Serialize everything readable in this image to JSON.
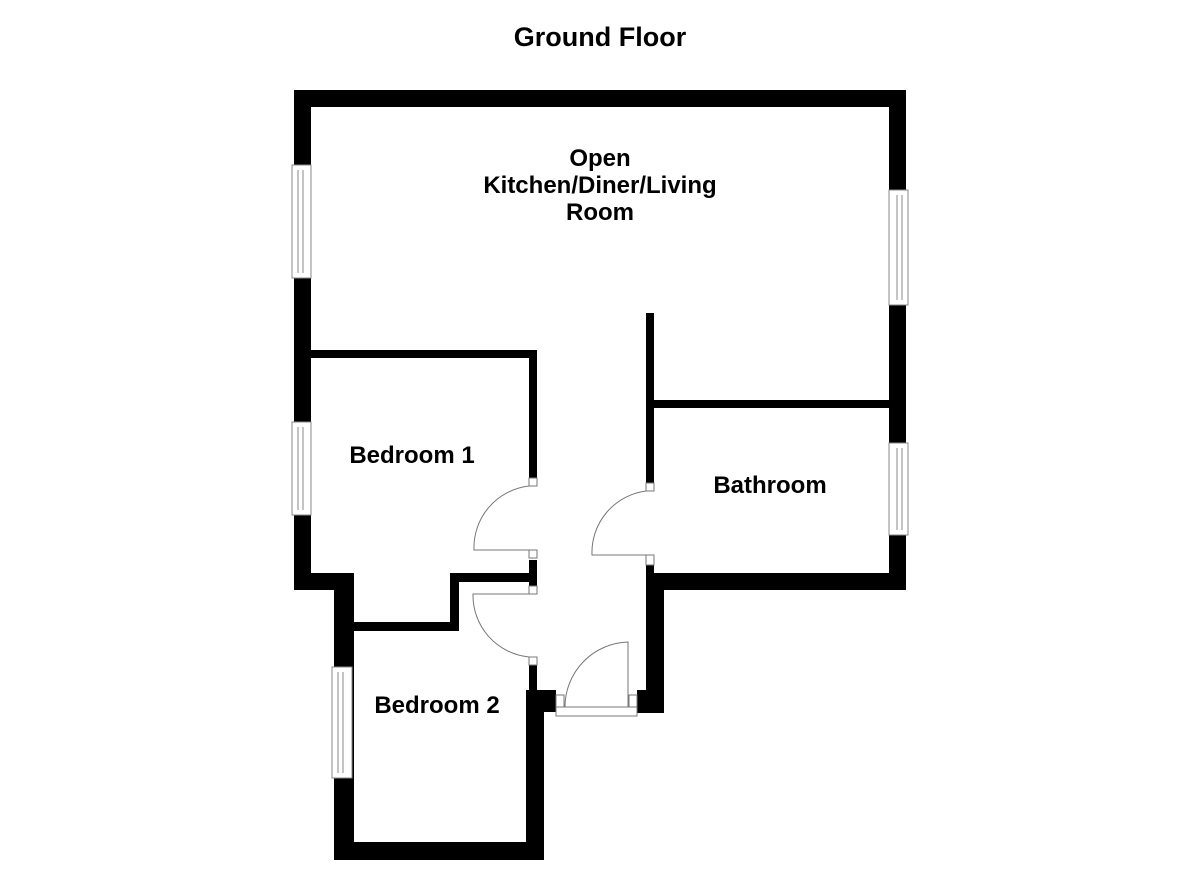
{
  "title": "Ground Floor",
  "rooms": {
    "kitchen": {
      "line1": "Open",
      "line2": "Kitchen/Diner/Living",
      "line3": "Room"
    },
    "bedroom1": {
      "label": "Bedroom 1"
    },
    "bathroom": {
      "label": "Bathroom"
    },
    "bedroom2": {
      "label": "Bedroom 2"
    }
  },
  "colors": {
    "wall": "#000000",
    "background": "#ffffff",
    "fixture_stroke": "#777777"
  }
}
